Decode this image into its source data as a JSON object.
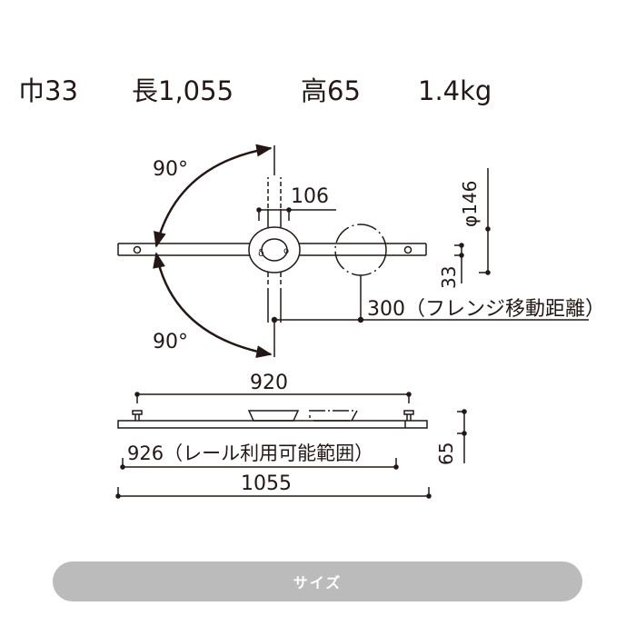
{
  "specs": {
    "width": "巾33",
    "length": "長1,055",
    "height": "高65",
    "weight": "1.4kg"
  },
  "top_view": {
    "angle_upper": "90°",
    "angle_lower": "90°",
    "dim_106": "106",
    "dim_diameter": "φ146",
    "dim_33": "33",
    "dim_300": "300（フレンジ移動距離）"
  },
  "side_view": {
    "dim_920": "920",
    "dim_926": "926（レール利用可能範囲）",
    "dim_1055": "1055",
    "dim_65": "65"
  },
  "footer": {
    "tab_label": "サイズ",
    "tab_color": "#bbbbbb"
  }
}
